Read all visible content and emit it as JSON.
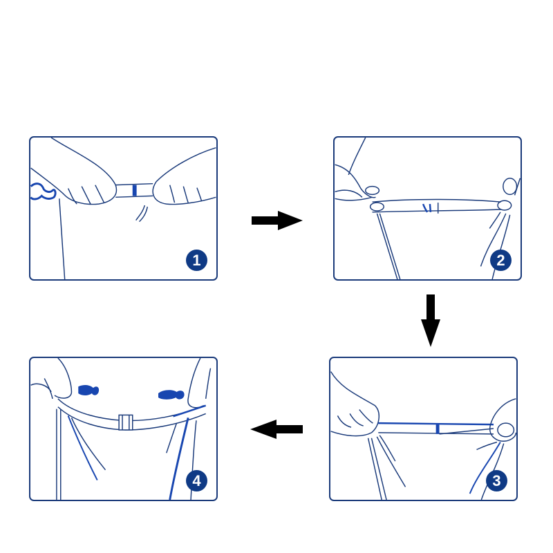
{
  "diagram": {
    "type": "step-by-step instruction",
    "colors": {
      "line": "#1a3a7a",
      "accent": "#1846b0",
      "badge": "#0f3a85",
      "arrow": "#000000",
      "background": "#ffffff"
    },
    "steps": [
      {
        "number": "1",
        "description": "Hands grip the elastic strap and buckle at the top edge of the cover"
      },
      {
        "number": "2",
        "description": "Stretch the elastic band across the top, fingers pinching both ends"
      },
      {
        "number": "3",
        "description": "Pull the strap taut with both hands, fabric gathered below"
      },
      {
        "number": "4",
        "description": "Fasten the buckle; the band wraps around and the cover is secured"
      }
    ],
    "arrows": [
      {
        "from": "1",
        "to": "2",
        "direction": "right"
      },
      {
        "from": "2",
        "to": "3",
        "direction": "down"
      },
      {
        "from": "3",
        "to": "4",
        "direction": "left"
      }
    ]
  }
}
